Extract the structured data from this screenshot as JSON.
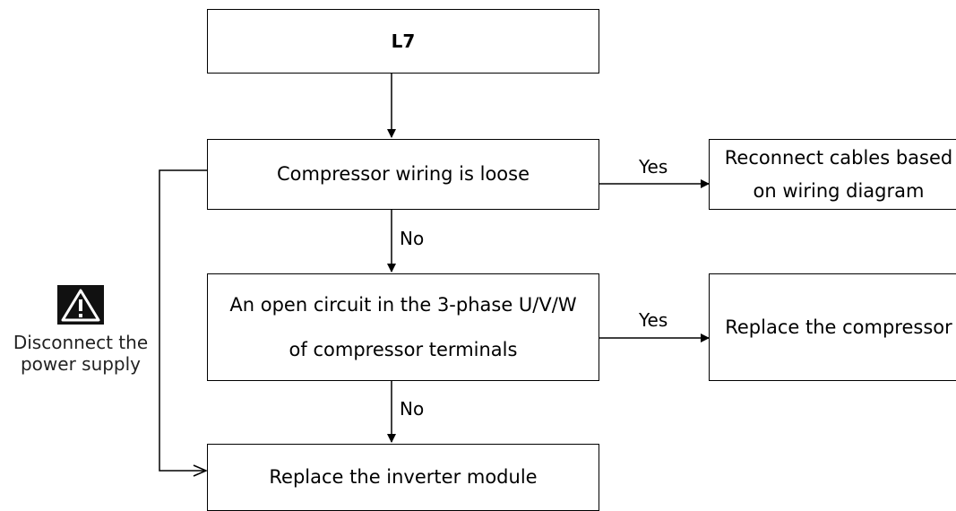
{
  "nodes": {
    "start": "L7",
    "check_wiring": "Compressor wiring is loose",
    "reconnect": [
      "Reconnect cables based",
      "on wiring diagram"
    ],
    "check_open_circuit": [
      "An open circuit in the 3-phase U/V/W",
      "of compressor terminals"
    ],
    "replace_compressor": "Replace the compressor",
    "replace_inverter": "Replace the inverter module"
  },
  "edges": {
    "wiring_yes": "Yes",
    "wiring_no": "No",
    "open_yes": "Yes",
    "open_no": "No"
  },
  "warning": {
    "icon": "warning-triangle-icon",
    "lines": [
      "Disconnect the",
      "power supply"
    ]
  }
}
